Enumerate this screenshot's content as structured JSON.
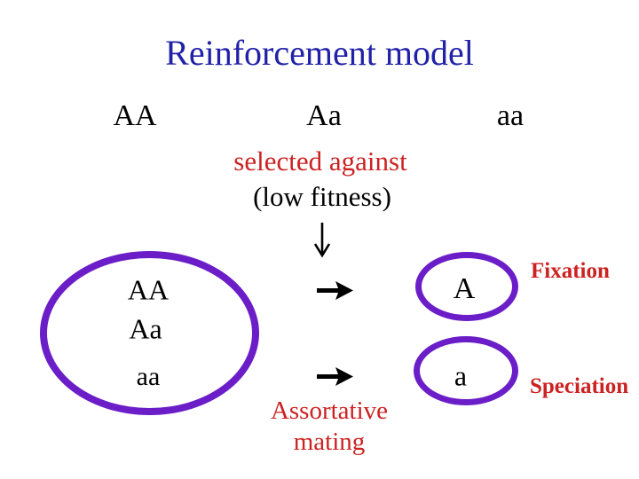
{
  "slide": {
    "title": "Reinforcement model",
    "genotype_row": [
      "AA",
      "Aa",
      "aa"
    ],
    "selection_note": "selected against",
    "fitness_note": "(low fitness)",
    "population": [
      "AA",
      "Aa",
      "aa"
    ],
    "alleles": {
      "top": "A",
      "bottom": "a"
    },
    "outcome_labels": {
      "top": "Fixation",
      "bottom": "Speciation"
    },
    "process_label": {
      "line1": "Assortative",
      "line2": "mating"
    },
    "icons": {
      "down_arrow": "↓",
      "right_arrow": "→"
    },
    "colors": {
      "title_blue": "#2121A8",
      "text_red": "#CC2222",
      "ellipse_purple": "#6B1EC8",
      "text_black": "#000000",
      "background": "#FFFFFF"
    }
  }
}
